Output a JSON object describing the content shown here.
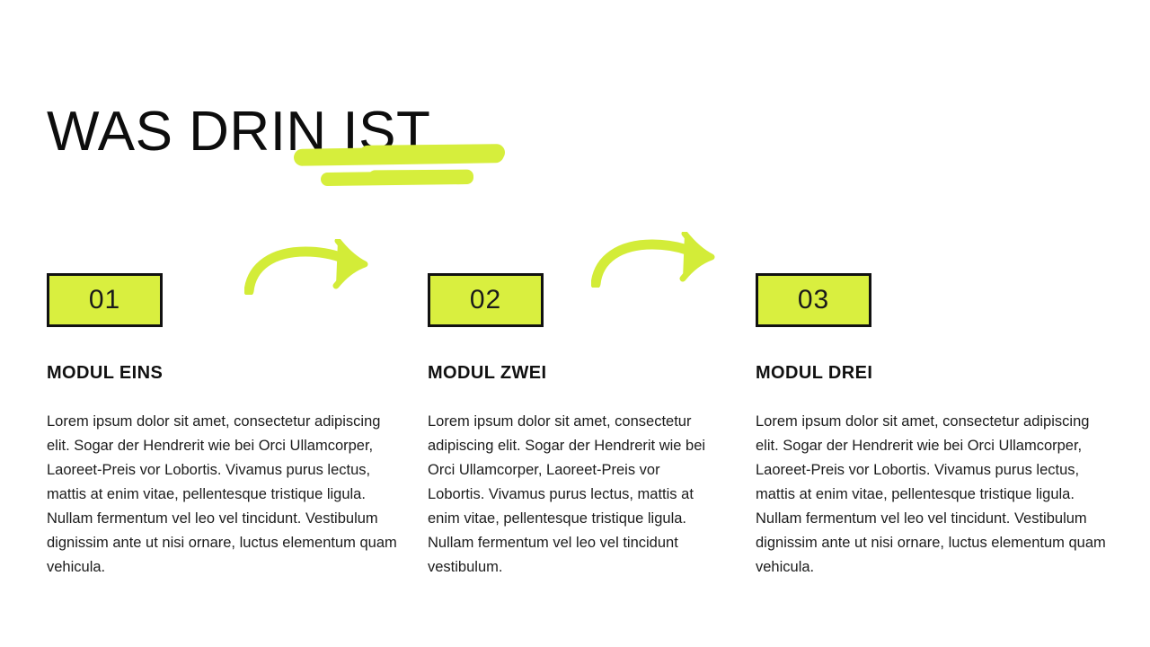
{
  "slide": {
    "title": "WAS DRIN IST",
    "accent_color": "#d9ef3f",
    "highlight_color": "#d6ee3c",
    "border_color": "#111111",
    "background_color": "#ffffff",
    "text_color": "#1c1c1c"
  },
  "decorations": {
    "title_underline": {
      "name": "highlighter-underline",
      "stroke_count": 2
    },
    "arrows": [
      {
        "name": "curved-arrow-right",
        "between": "01-02"
      },
      {
        "name": "curved-arrow-right",
        "between": "02-03"
      }
    ]
  },
  "columns": [
    {
      "number": "01",
      "heading": "MODUL EINS",
      "body": "Lorem ipsum dolor sit amet, consectetur adipiscing elit. Sogar der Hendrerit wie bei Orci Ullamcorper, Laoreet-Preis vor Lobortis. Vivamus purus lectus, mattis at enim vitae, pellentesque tristique ligula. Nullam fermentum vel leo vel tincidunt. Vestibulum dignissim ante ut nisi ornare, luctus elementum quam vehicula."
    },
    {
      "number": "02",
      "heading": "MODUL ZWEI",
      "body": "Lorem ipsum dolor sit amet, consectetur adipiscing elit. Sogar der Hendrerit wie bei Orci Ullamcorper, Laoreet-Preis vor Lobortis. Vivamus purus lectus, mattis at enim vitae, pellentesque tristique ligula. Nullam fermentum vel leo vel tincidunt vestibulum."
    },
    {
      "number": "03",
      "heading": "MODUL DREI",
      "body": "Lorem ipsum dolor sit amet, consectetur adipiscing elit. Sogar der Hendrerit wie bei Orci Ullamcorper, Laoreet-Preis vor Lobortis. Vivamus purus lectus, mattis at enim vitae, pellentesque tristique ligula. Nullam fermentum vel leo vel tincidunt. Vestibulum dignissim ante ut nisi ornare, luctus elementum quam vehicula."
    }
  ]
}
